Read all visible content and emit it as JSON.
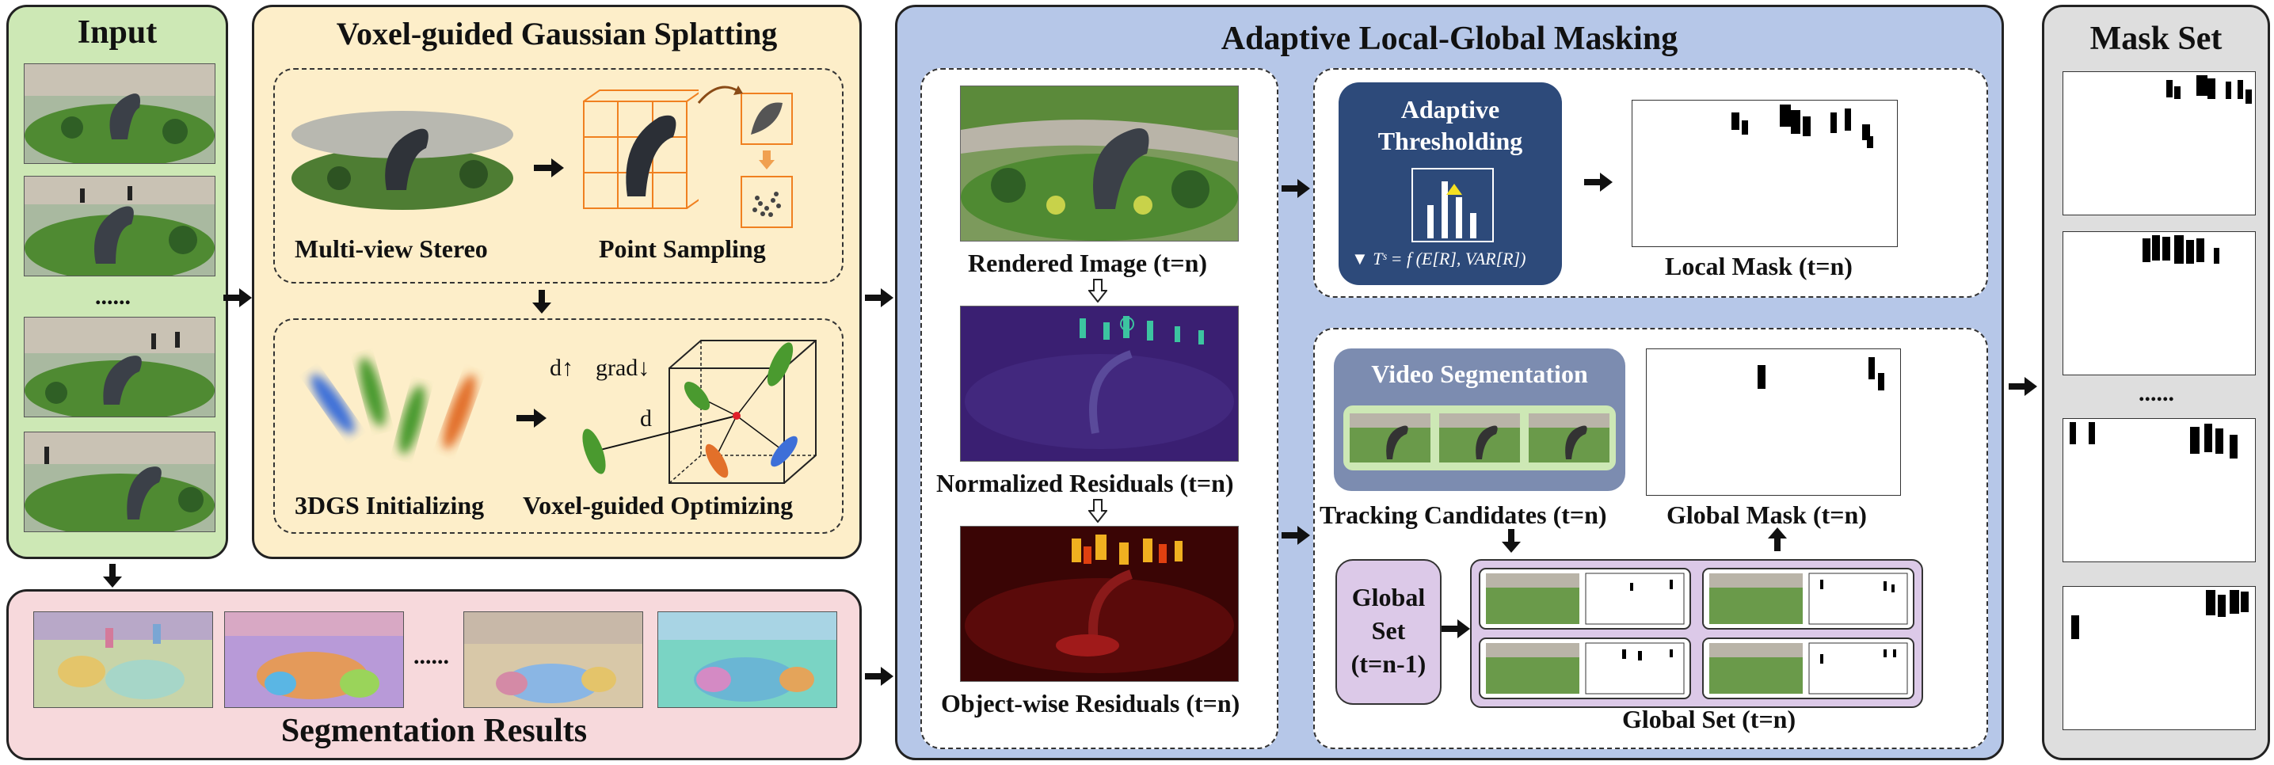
{
  "panels": {
    "input": {
      "title": "Input",
      "ellipsis": "......"
    },
    "voxel": {
      "title": "Voxel-guided Gaussian Splatting",
      "mvs_label": "Multi-view Stereo",
      "sampling_label": "Point Sampling",
      "init_label": "3DGS Initializing",
      "opt_label": "Voxel-guided Optimizing",
      "d_up": "d↑",
      "grad_down": "grad↓",
      "d": "d"
    },
    "segmentation": {
      "title": "Segmentation Results",
      "ellipsis": "......"
    },
    "masking": {
      "title": "Adaptive Local-Global Masking",
      "rendered": "Rendered Image (t=n)",
      "normalized": "Normalized Residuals (t=n)",
      "objectwise": "Object-wise Residuals (t=n)",
      "adaptive_title_1": "Adaptive",
      "adaptive_title_2": "Thresholding",
      "formula": "▼ Tˢ = f (E[R],    VAR[R])",
      "local_mask": "Local Mask (t=n)",
      "video_seg": "Video Segmentation",
      "tracking": "Tracking Candidates (t=n)",
      "global_mask": "Global Mask (t=n)",
      "global_set_prev_1": "Global",
      "global_set_prev_2": "Set",
      "global_set_prev_3": "(t=n-1)",
      "global_set_now": "Global Set (t=n)"
    },
    "maskset": {
      "title": "Mask Set",
      "ellipsis": "......"
    }
  },
  "colors": {
    "input_bg": "#cde8b5",
    "voxel_bg": "#fdeec9",
    "seg_bg": "#f7d9dc",
    "mask_bg": "#b6c7e8",
    "maskset_bg": "#dedede",
    "adaptive_bg": "#2d4a7a",
    "videoseg_bg": "#7c8cb0",
    "globalset_bg": "#dcc9e8"
  }
}
